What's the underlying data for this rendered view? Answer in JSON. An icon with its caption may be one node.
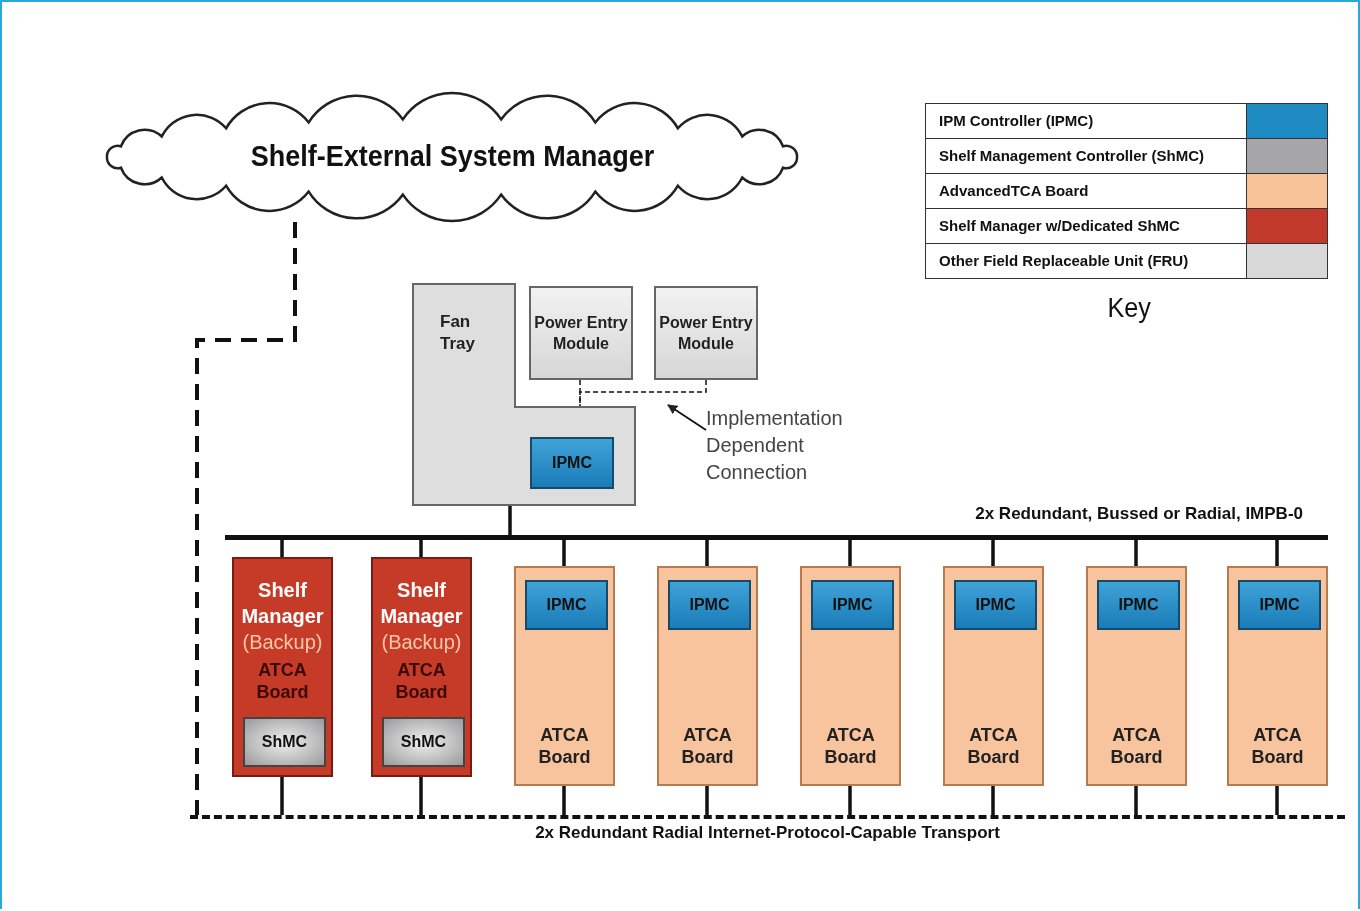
{
  "diagram": {
    "nodes": [
      {
        "text": [
          "Shelf-External System Manager"
        ]
      },
      {
        "text": [
          "Fan Tray"
        ]
      },
      {
        "text": [
          "IPMC"
        ],
        "in": 1
      },
      {
        "text": [
          "Power Entry Module"
        ]
      },
      {
        "text": [
          "Power Entry Module"
        ]
      },
      {
        "text": [
          "Implementation Dependent Connection"
        ]
      },
      {
        "text": [
          "2x Redundant, Bussed or Radial, IMPB-0"
        ]
      },
      {
        "text": [
          "2x Redundant Radial Internet-Protocol-Capable Transport"
        ]
      },
      {
        "text": [
          "Shelf Manager",
          "(Backup)",
          "ATCA Board"
        ]
      },
      {
        "text": [
          "ShMC"
        ],
        "in": 8
      },
      {
        "text": [
          "Shelf Manager",
          "(Backup)",
          "ATCA Board"
        ]
      },
      {
        "text": [
          "ShMC"
        ],
        "in": 10
      },
      {
        "text": [
          "ATCA Board"
        ]
      },
      {
        "text": [
          "IPMC"
        ],
        "in": 12
      },
      {
        "text": [
          "ATCA Board"
        ]
      },
      {
        "text": [
          "IPMC"
        ],
        "in": 14
      },
      {
        "text": [
          "ATCA Board"
        ]
      },
      {
        "text": [
          "IPMC"
        ],
        "in": 16
      },
      {
        "text": [
          "ATCA Board"
        ]
      },
      {
        "text": [
          "IPMC"
        ],
        "in": 18
      },
      {
        "text": [
          "ATCA Board"
        ]
      },
      {
        "text": [
          "IPMC"
        ],
        "in": 20
      },
      {
        "text": [
          "ATCA Board"
        ]
      },
      {
        "text": [
          "IPMC"
        ],
        "in": 22
      }
    ],
    "edges": [
      {
        "from": 0,
        "to": 7,
        "arrow": "none",
        "style": "dashed"
      },
      {
        "from": 1,
        "to": 6,
        "arrow": "none"
      },
      {
        "from": 3,
        "to": 1,
        "arrow": "none",
        "style": "dashed"
      },
      {
        "from": 4,
        "to": 1,
        "arrow": "none",
        "style": "dashed"
      },
      {
        "from": 5,
        "to": null,
        "arrow": "to"
      },
      {
        "from": 8,
        "to": 6,
        "arrow": "none"
      },
      {
        "from": 10,
        "to": 6,
        "arrow": "none"
      },
      {
        "from": 12,
        "to": 6,
        "arrow": "none"
      },
      {
        "from": 14,
        "to": 6,
        "arrow": "none"
      },
      {
        "from": 16,
        "to": 6,
        "arrow": "none"
      },
      {
        "from": 18,
        "to": 6,
        "arrow": "none"
      },
      {
        "from": 20,
        "to": 6,
        "arrow": "none"
      },
      {
        "from": 22,
        "to": 6,
        "arrow": "none"
      },
      {
        "from": 8,
        "to": 7,
        "arrow": "none"
      },
      {
        "from": 10,
        "to": 7,
        "arrow": "none"
      },
      {
        "from": 12,
        "to": 7,
        "arrow": "none"
      },
      {
        "from": 14,
        "to": 7,
        "arrow": "none"
      },
      {
        "from": 16,
        "to": 7,
        "arrow": "none"
      },
      {
        "from": 18,
        "to": 7,
        "arrow": "none"
      },
      {
        "from": 20,
        "to": 7,
        "arrow": "none"
      },
      {
        "from": 22,
        "to": 7,
        "arrow": "none"
      }
    ],
    "labels": [
      "Key"
    ],
    "legend": [
      {
        "text": "IPM Controller (IPMC)",
        "color": "#1e8bc3"
      },
      {
        "text": "Shelf Management Controller (ShMC)",
        "color": "#a6a6a8"
      },
      {
        "text": "AdvancedTCA Board",
        "color": "#f9c39a"
      },
      {
        "text": "Shelf Manager w/Dedicated ShMC",
        "color": "#c0392b"
      },
      {
        "text": "Other Field Replaceable Unit (FRU)",
        "color": "#d8d8d8"
      }
    ]
  }
}
